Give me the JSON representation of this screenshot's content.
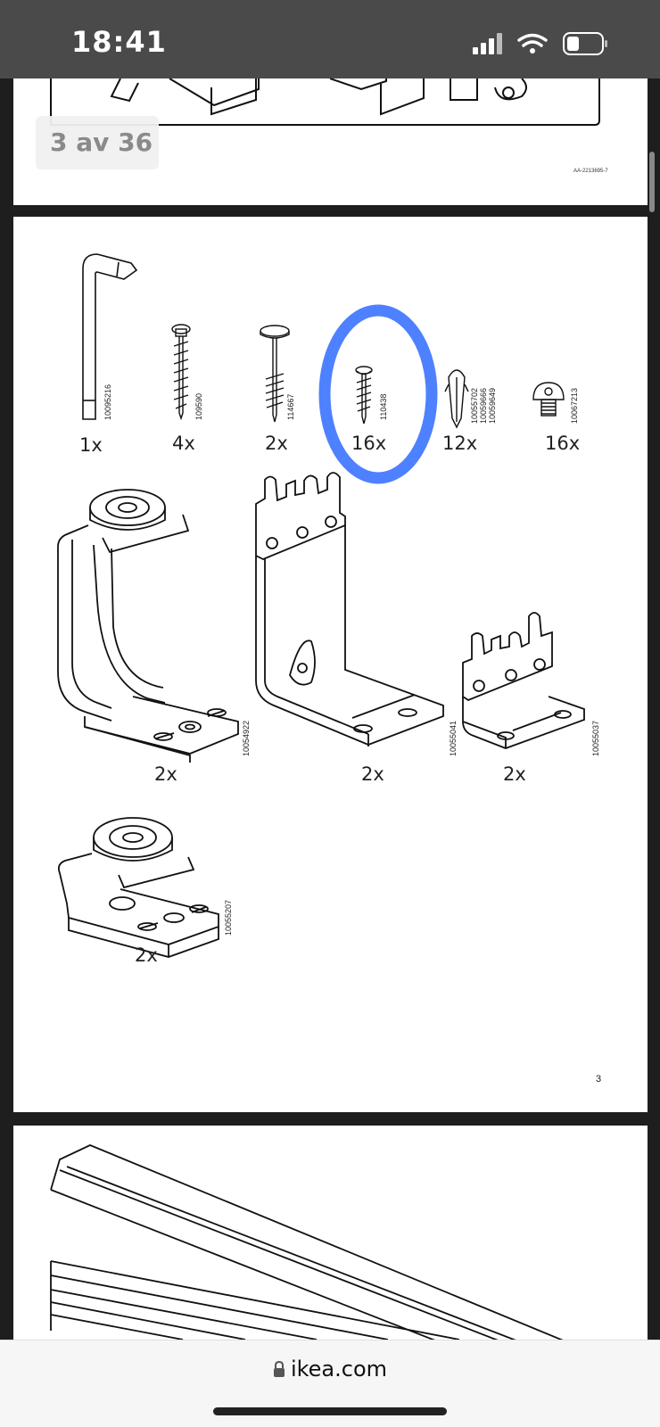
{
  "status_bar": {
    "time": "18:41"
  },
  "viewer": {
    "page_indicator": "3 av 36",
    "doc_code": "AA-2213695-7",
    "page_number": "3"
  },
  "parts": [
    {
      "qty": "1x",
      "code": "10095216"
    },
    {
      "qty": "4x",
      "code": "109590"
    },
    {
      "qty": "2x",
      "code": "114667"
    },
    {
      "qty": "16x",
      "code": "110438"
    },
    {
      "qty": "12x",
      "codes": [
        "10055702",
        "10059666",
        "10059649"
      ]
    },
    {
      "qty": "16x",
      "code": "10067213"
    },
    {
      "qty": "2x",
      "code": "10054922"
    },
    {
      "qty": "2x",
      "code": "10055041"
    },
    {
      "qty": "2x",
      "code": "10055037"
    },
    {
      "qty": "2x",
      "code": "10055207"
    }
  ],
  "browser": {
    "url": "ikea.com"
  },
  "colors": {
    "highlight": "#2f6bff",
    "status_bar": "#4a4a4a",
    "background": "#1e1e1e"
  }
}
